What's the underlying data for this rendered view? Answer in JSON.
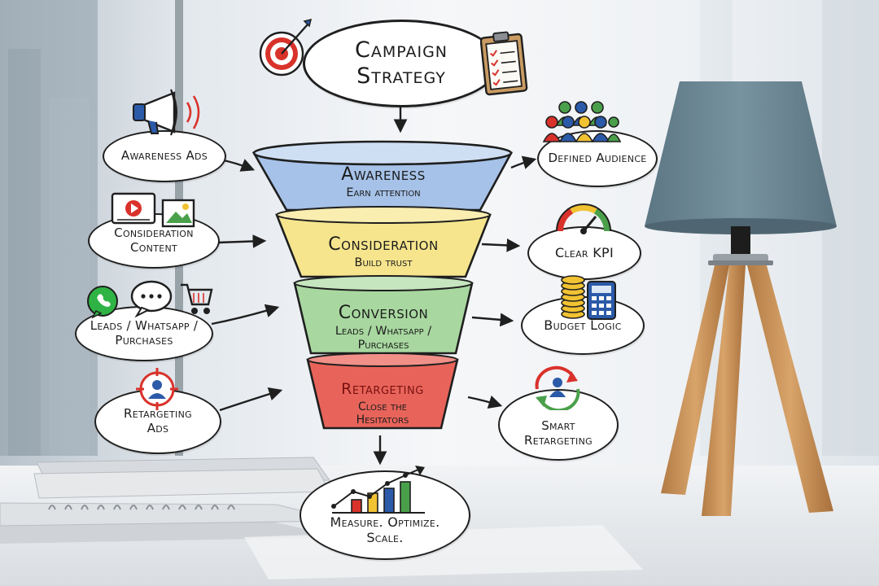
{
  "title": {
    "line1": "Campaign",
    "line2": "Strategy"
  },
  "funnel": [
    {
      "name": "Awareness",
      "sub": "Earn attention",
      "color": "#a6c2e8"
    },
    {
      "name": "Consideration",
      "sub": "Build trust",
      "color": "#f6e58d"
    },
    {
      "name": "Conversion",
      "sub": "Leads / Whatsapp / Purchases",
      "sub_line1": "Leads / Whatsapp /",
      "sub_line2": "Purchases",
      "color": "#a8d8a0"
    },
    {
      "name": "Retargeting",
      "sub": "Close the Hesitators",
      "sub_line1": "Close the",
      "sub_line2": "Hesitators",
      "color": "#e8645a"
    }
  ],
  "left_inputs": [
    {
      "label": "Awareness Ads",
      "icon": "megaphone-icon"
    },
    {
      "label": "Consideration Content",
      "line1": "Consideration",
      "line2": "Content",
      "icon": "video-image-icon"
    },
    {
      "label": "Leads / Whatsapp / Purchases",
      "line1": "Leads / Whatsapp /",
      "line2": "Purchases",
      "icon": "chat-cart-icon"
    },
    {
      "label": "Retargeting Ads",
      "line1": "Retargeting",
      "line2": "Ads",
      "icon": "target-person-icon"
    }
  ],
  "right_outputs": [
    {
      "label": "Defined Audience",
      "icon": "people-group-icon"
    },
    {
      "label": "Clear KPI",
      "icon": "gauge-icon"
    },
    {
      "label": "Budget Logic",
      "icon": "coins-calculator-icon"
    },
    {
      "label": "Smart Retargeting",
      "line1": "Smart",
      "line2": "Retargeting",
      "icon": "refresh-person-icon"
    }
  ],
  "result": {
    "line1": "Measure. Optimize.",
    "line2": "Scale.",
    "icon": "growth-chart-icon"
  },
  "colors": {
    "ink": "#1f1f1f",
    "target_red": "#d9322b",
    "wall": "#eef1f4",
    "desk": "#e9ecef"
  }
}
